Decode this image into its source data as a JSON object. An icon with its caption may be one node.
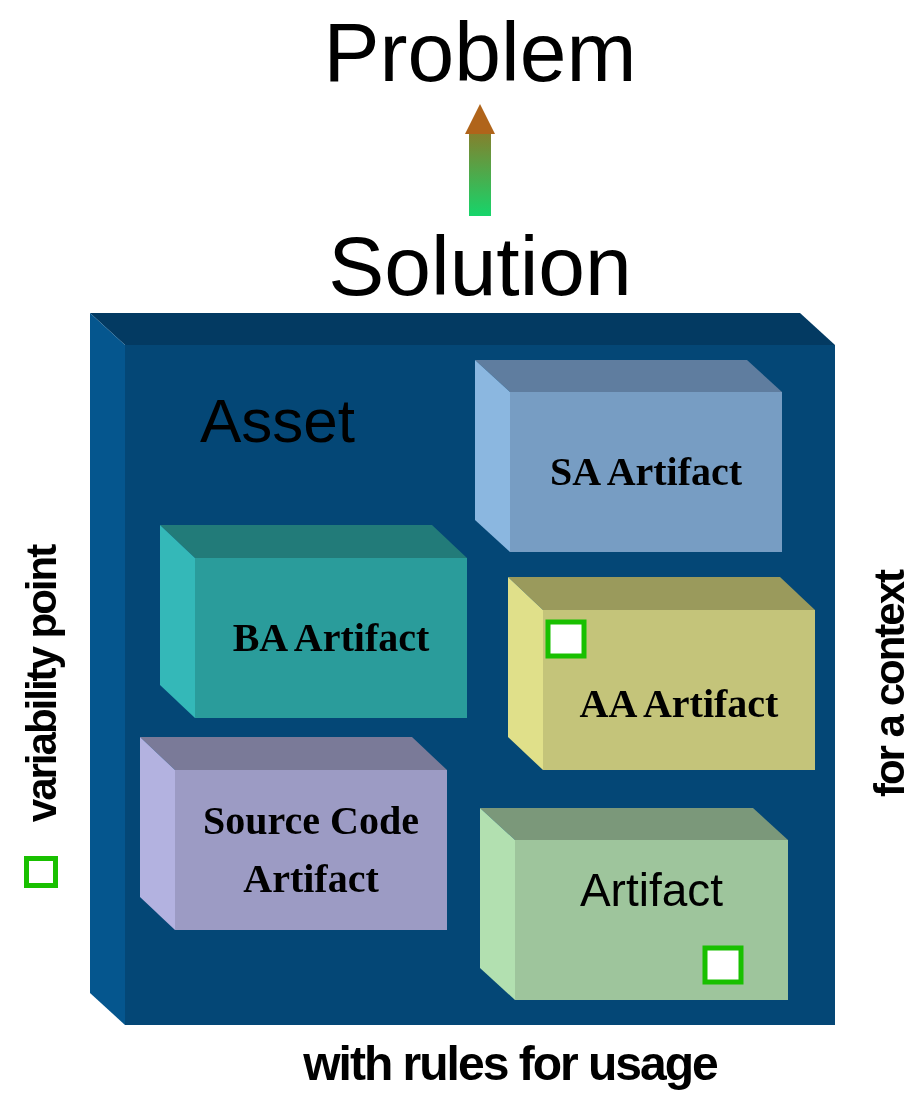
{
  "diagram": {
    "nodes": [
      {
        "text": [
          "Problem"
        ]
      },
      {
        "text": [
          "Solution"
        ]
      },
      {
        "text": [
          "Asset"
        ]
      },
      {
        "text": [
          "SA Artifact"
        ],
        "in": 2
      },
      {
        "text": [
          "BA Artifact"
        ],
        "in": 2
      },
      {
        "text": [
          "AA Artifact"
        ],
        "in": 2
      },
      {
        "text": [
          "Source Code Artifact"
        ],
        "in": 2
      },
      {
        "text": [
          "Artifact"
        ],
        "in": 2
      }
    ],
    "edges": [
      {
        "from": 1,
        "to": 0,
        "arrow": "to"
      }
    ],
    "labels": [
      "for a context",
      "with rules for usage"
    ],
    "legend": [
      {
        "text": "variability point"
      }
    ]
  }
}
